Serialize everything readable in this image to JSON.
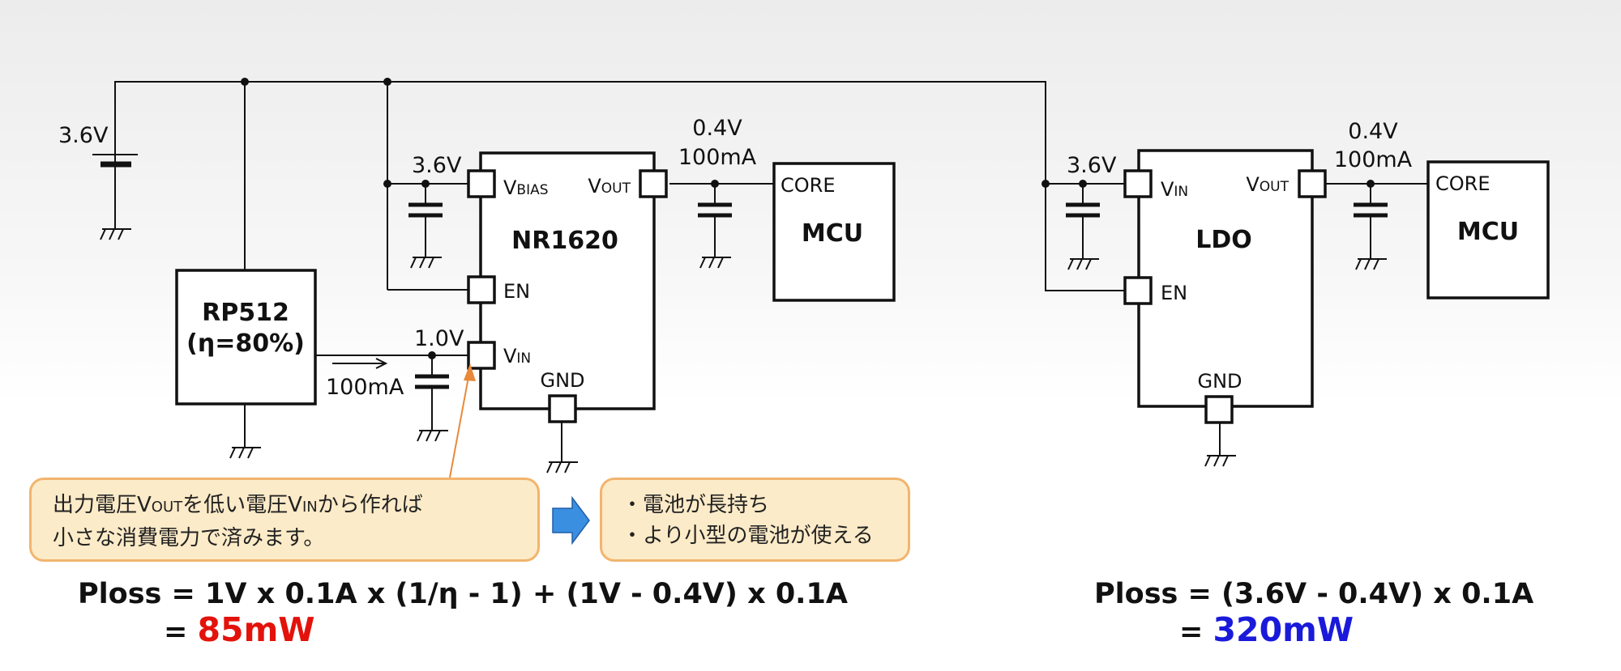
{
  "battery": {
    "voltage": "3.6V"
  },
  "converter": {
    "name": "RP512",
    "efficiency": "(η=80%)",
    "current": "100mA"
  },
  "nr1620": {
    "name": "NR1620",
    "vbias_voltage": "3.6V",
    "vin_voltage": "1.0V",
    "pins": {
      "vbias_main": "V",
      "vbias_sub": "BIAS",
      "vout_main": "V",
      "vout_sub": "OUT",
      "en": "EN",
      "vin_main": "V",
      "vin_sub": "IN",
      "gnd": "GND"
    },
    "output_voltage": "0.4V",
    "output_current": "100mA"
  },
  "ldo": {
    "name": "LDO",
    "vin_voltage": "3.6V",
    "pins": {
      "vin_main": "V",
      "vin_sub": "IN",
      "vout_main": "V",
      "vout_sub": "OUT",
      "en": "EN",
      "gnd": "GND"
    },
    "output_voltage": "0.4V",
    "output_current": "100mA"
  },
  "mcu_left": {
    "pin": "CORE",
    "name": "MCU"
  },
  "mcu_right": {
    "pin": "CORE",
    "name": "MCU"
  },
  "callout_left": {
    "line1_a": "出力電圧V",
    "line1_b": "OUT",
    "line1_c": "を低い電圧V",
    "line1_d": "IN",
    "line1_e": "から作れば",
    "line2": "小さな消費電力で済みます。"
  },
  "callout_right": {
    "line1": "・電池が長持ち",
    "line2": "・より小型の電池が使える"
  },
  "formula_left": {
    "expr": "Ploss = 1V x 0.1A x (1/η - 1) + (1V - 0.4V) x 0.1A",
    "eq": "=",
    "result": "85mW"
  },
  "formula_right": {
    "expr": "Ploss = (3.6V - 0.4V) x 0.1A",
    "eq": "=",
    "result": "320mW"
  },
  "colors": {
    "result_left": "#e3120b",
    "result_right": "#1a1adb",
    "callout_fill": "#fcebc8",
    "callout_border": "#f2b46e",
    "arrow": "#3b8fe0"
  }
}
